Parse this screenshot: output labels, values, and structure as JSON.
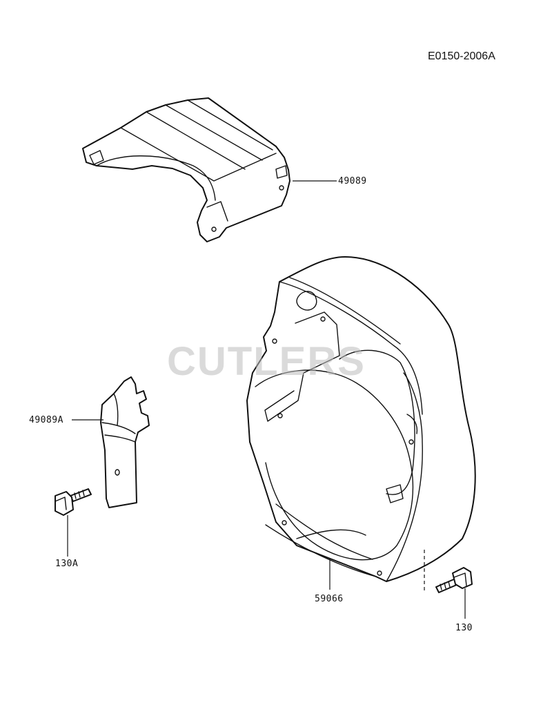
{
  "diagram": {
    "code": "E0150-2006A",
    "watermark": "CUTLERS",
    "labels": {
      "cover_top": "49089",
      "cover_side": "49089A",
      "bolt_side": "130A",
      "shroud": "59066",
      "bolt_shroud": "130"
    }
  }
}
